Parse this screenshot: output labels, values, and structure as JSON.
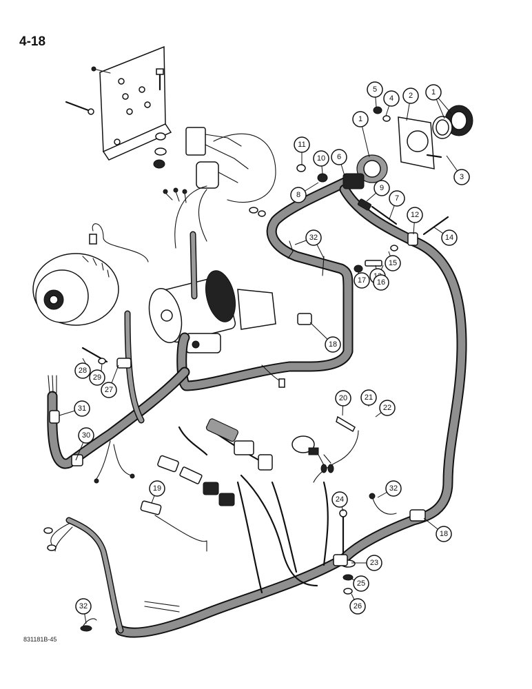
{
  "page_number": "4-18",
  "figure_code": "831181B-45",
  "callouts": [
    {
      "label": "1"
    },
    {
      "label": "1"
    },
    {
      "label": "2"
    },
    {
      "label": "3"
    },
    {
      "label": "4"
    },
    {
      "label": "5"
    },
    {
      "label": "6"
    },
    {
      "label": "7"
    },
    {
      "label": "8"
    },
    {
      "label": "9"
    },
    {
      "label": "10"
    },
    {
      "label": "11"
    },
    {
      "label": "12"
    },
    {
      "label": "13"
    },
    {
      "label": "14"
    },
    {
      "label": "15"
    },
    {
      "label": "16"
    },
    {
      "label": "17"
    },
    {
      "label": "18"
    },
    {
      "label": "18"
    },
    {
      "label": "19"
    },
    {
      "label": "20"
    },
    {
      "label": "21"
    },
    {
      "label": "22"
    },
    {
      "label": "23"
    },
    {
      "label": "24"
    },
    {
      "label": "25"
    },
    {
      "label": "26"
    },
    {
      "label": "27"
    },
    {
      "label": "28"
    },
    {
      "label": "29"
    },
    {
      "label": "30"
    },
    {
      "label": "31"
    },
    {
      "label": "32"
    },
    {
      "label": "32"
    },
    {
      "label": "32"
    }
  ]
}
